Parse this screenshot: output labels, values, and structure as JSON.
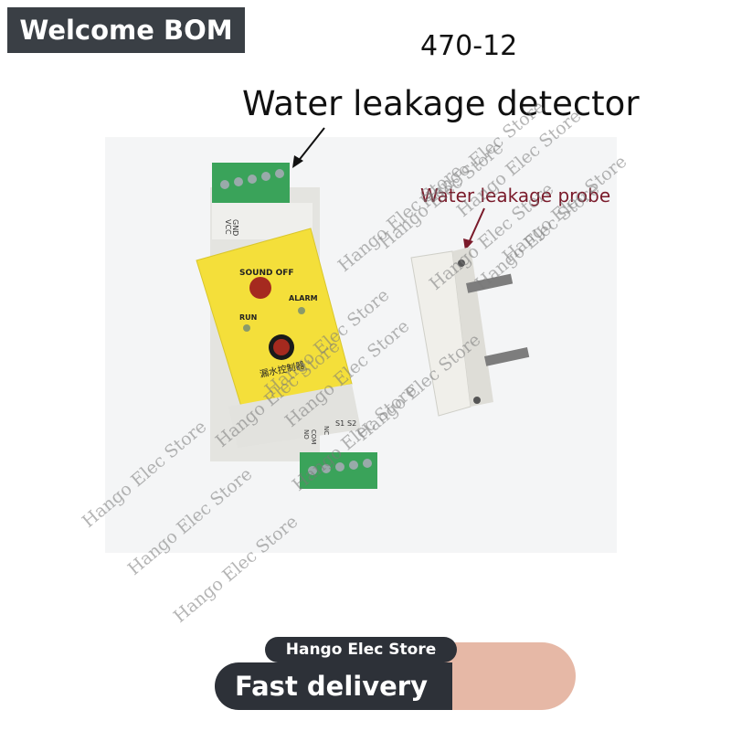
{
  "header": {
    "badge": "Welcome BOM",
    "model": "470-12",
    "title": "Water leakage detector"
  },
  "labels": {
    "probe": "Water leakage probe"
  },
  "device": {
    "sound_off": "SOUND OFF",
    "alarm": "ALARM",
    "run": "RUN",
    "chinese_label": "漏水控制器",
    "top_terminals": [
      "GND",
      "VCC"
    ],
    "bottom_terminals": [
      "NO",
      "COM",
      "NC",
      "S1",
      "S2"
    ]
  },
  "watermark": {
    "text": "Hango Elec Store"
  },
  "banner": {
    "store": "Hango Elec Store",
    "delivery": "Fast delivery"
  }
}
